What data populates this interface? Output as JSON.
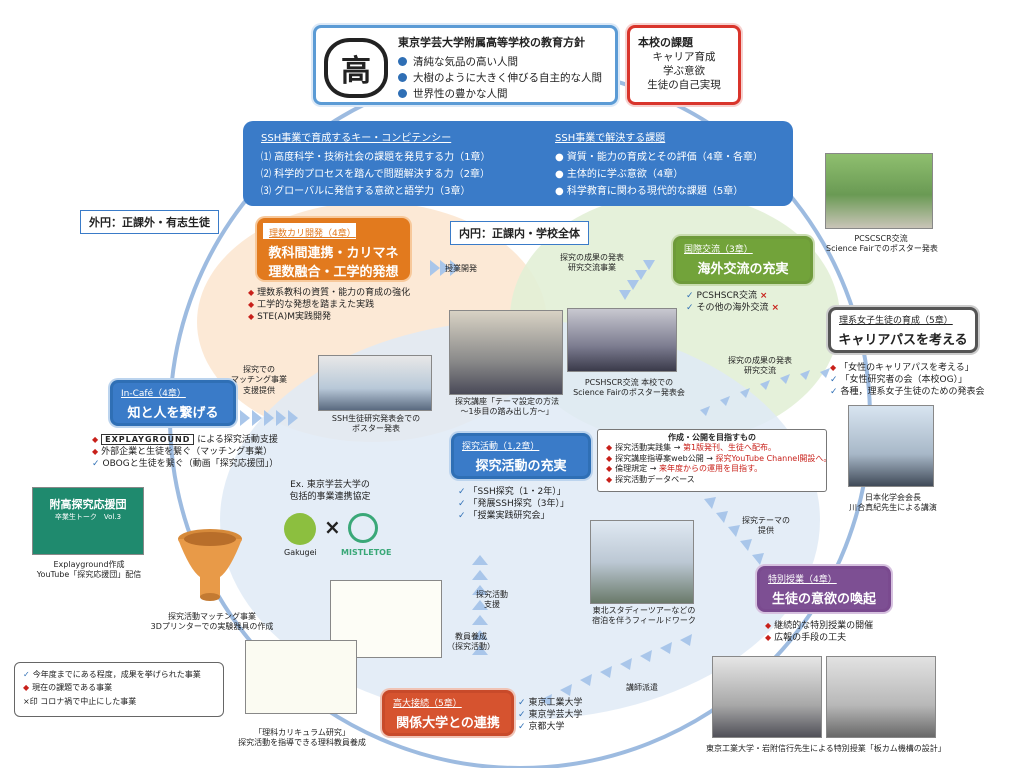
{
  "top": {
    "seal_char": "高",
    "title": "東京学芸大学附属高等学校の教育方針",
    "items": [
      "清純な気品の高い人間",
      "大樹のように大きく伸びる自主的な人間",
      "世界性の豊かな人間"
    ]
  },
  "goals": {
    "title": "本校の課題",
    "lines": [
      "キャリア育成",
      "学ぶ意欲",
      "生徒の自己実現"
    ]
  },
  "ssh": {
    "left_heading": "SSH事業で育成するキー・コンピテンシー",
    "left_items": [
      "⑴ 高度科学・技術社会の課題を発見する力（1章）",
      "⑵ 科学的プロセスを踏んで問題解決する力（2章）",
      "⑶ グローバルに発信する意欲と語学力（3章）"
    ],
    "right_heading": "SSH事業で解決する課題",
    "right_items": [
      "● 資質・能力の育成とその評価（4章・各章）",
      "● 主体的に学ぶ意欲（4章）",
      "● 科学教育に関わる現代的な課題（5章）"
    ]
  },
  "outer_label": "外円：正課外・有志生徒",
  "inner_label": "内円：正課内・学校全体",
  "math": {
    "small": "理数カリ開発（4章）",
    "lines": [
      "教科間連携・カリマネ",
      "理数融合・工学的発想"
    ],
    "bullets": [
      "理数系教科の資質・能力の育成の強化",
      "工学的な発想を踏まえた実践",
      "STE(A)M実践開発"
    ]
  },
  "intl": {
    "small": "国際交流（3章）",
    "big": "海外交流の充実",
    "items": [
      "PCSHSCR交流",
      "その他の海外交流"
    ],
    "mark": "×"
  },
  "career": {
    "small": "理系女子生徒の育成（5章）",
    "big": "キャリアパスを考える",
    "bullets": [
      "「女性のキャリアパスを考える」",
      "「女性研究者の会（本校OG）」",
      "各種，理系女子生徒のための発表会"
    ]
  },
  "incafe": {
    "small": "In-Café（4章）",
    "big": "知と人を繋げる",
    "logo": "EXPLAYGROUND",
    "bullets": [
      "による探究活動支援",
      "外部企業と生徒を繋ぐ（マッチング事業）",
      "OBOGと生徒を繋ぐ（動画「探究応援団」）"
    ]
  },
  "inquiry": {
    "small": "探究活動（1,2章）",
    "big": "探究活動の充実",
    "items": [
      "「SSH探究（1・2年）」",
      "「発展SSH探究（3年）」",
      "「授業実践研究会」"
    ]
  },
  "special": {
    "small": "特別授業（4章）",
    "big": "生徒の意欲の喚起",
    "bullets": [
      "継続的な特別授業の開催",
      "広報の手段の工夫"
    ]
  },
  "univ": {
    "small": "高大接続（5章）",
    "big": "関係大学との連携",
    "items": [
      "東京工業大学",
      "東京学芸大学",
      "京都大学"
    ]
  },
  "flow": {
    "jugyo": "授業開発",
    "seika": [
      "探究の成果の発表",
      "研究交流事業"
    ],
    "seika2": [
      "探究の成果の発表",
      "研究交流"
    ],
    "matching": [
      "探究での",
      "マッチング事業",
      "支援提供"
    ],
    "theme": [
      "探究テーマの",
      "提供"
    ],
    "shien": [
      "探究活動",
      "支援"
    ],
    "kyoin": [
      "教員養成",
      "（探究活動）"
    ],
    "koshi": "講師派遣"
  },
  "captions": {
    "pcsc": [
      "PCSCSCR交流",
      "Science Fairでのポスター発表"
    ],
    "lecture": [
      "探究講座「テーマ設定の方法",
      "〜1歩目の踏み出し方〜」"
    ],
    "pcshscr": [
      "PCSHSCR交流 本校での",
      "Science Fairのポスター発表会"
    ],
    "ssh_poster": [
      "SSH生徒研究発表会での",
      "ポスター発表"
    ],
    "chemsoc": [
      "日本化学会会長",
      "川合真紀先生による講演"
    ],
    "explay": [
      "Explayground作成",
      "YouTube「探究応援団」配信"
    ],
    "print3d": [
      "探究活動マッチング事業",
      "3Dプリンターでの実験器具の作成"
    ],
    "tohoku": [
      "東北スタディーツアーなどの",
      "宿泊を伴うフィールドワーク"
    ],
    "rika": [
      "「理科カリキュラム研究」",
      "探究活動を指導できる理科教員養成"
    ],
    "titech": "東京工業大学・岩附信行先生による特別授業「板カム機構の設計」"
  },
  "agreement": {
    "lines": [
      "Ex. 東京学芸大学の",
      "包括的事業連携協定"
    ],
    "logo_left": "Gakugei",
    "logo_right": "MISTLETOE",
    "cross": "×"
  },
  "note": {
    "title": "作成・公開を目指すもの",
    "items": [
      {
        "a": "探究活動実践集 → ",
        "b": "第1版発刊、生徒へ配布。"
      },
      {
        "a": "探究講座指導案web公開 → ",
        "b": "探究YouTube Channel開設へ。"
      },
      {
        "a": "倫理規定 → ",
        "b": "来年度からの運用を目指す。"
      },
      {
        "a": "探究活動データベース",
        "b": ""
      }
    ]
  },
  "video": {
    "title": "附高探究応援団",
    "sub": "卒業生トーク　Vol.3"
  },
  "legend": {
    "items": [
      "今年度までにある程度，成果を挙げられた事業",
      "現在の課題である事業",
      "コロナ禍で中止にした事業"
    ],
    "x_prefix": "×印"
  },
  "colors": {
    "blue": "#3a7bc8",
    "orange": "#e27a1e",
    "green": "#72a33a",
    "red": "#d9342b",
    "purple": "#7d4f93"
  }
}
